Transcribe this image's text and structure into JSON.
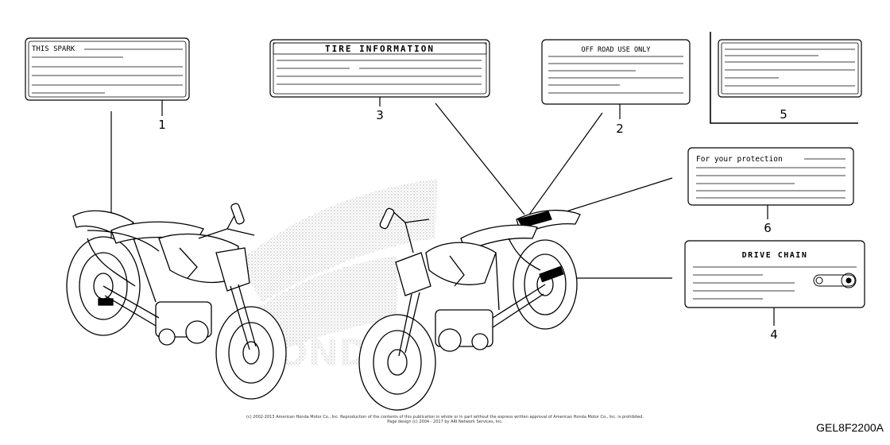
{
  "labels": {
    "this_spark": "THIS SPARK",
    "tire_info": "TIRE INFORMATION",
    "off_road": "OFF ROAD USE ONLY",
    "for_protection": "For your protection",
    "drive_chain": "DRIVE CHAIN"
  },
  "callouts": [
    "1",
    "2",
    "3",
    "4",
    "5",
    "6"
  ],
  "footer": {
    "copyright_line1": "(c) 2002-2013 American Honda Motor Co., Inc. Reproduction of the contents of this publication in whole or in part without the express written approval of American Honda Motor Co., Inc. is prohibited.",
    "copyright_line2": "Page design (c) 2004 - 2017 by ARI Network Services, Inc.",
    "diagram_code": "GEL8F2200A"
  },
  "watermark_text": "HONDA",
  "colors": {
    "ink": "#000000",
    "stipple": "#9a9a9a",
    "paper": "#ffffff"
  }
}
